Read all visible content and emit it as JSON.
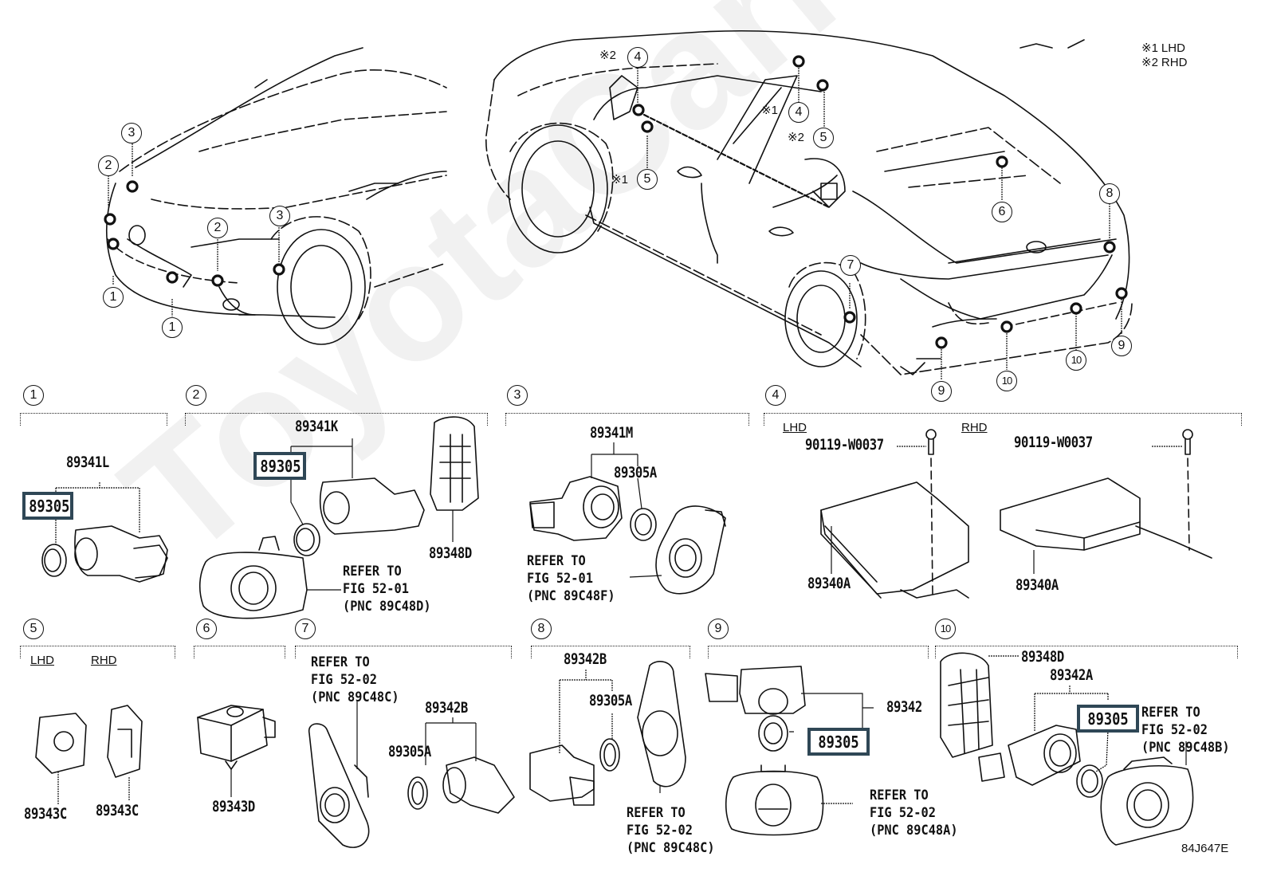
{
  "diagram": {
    "title": "Parking sensor / clearance sonar parts diagram",
    "figure_code": "84J647E",
    "watermark": "ToyotaCarNine.ru",
    "legend": [
      {
        "mark": "※1",
        "label": "LHD"
      },
      {
        "mark": "※2",
        "label": "RHD"
      }
    ],
    "highlight_color": "#2f4756",
    "overview_callouts": {
      "front_view": [
        "1",
        "1",
        "2",
        "2",
        "3",
        "3"
      ],
      "side_rear_view": [
        {
          "num": "4",
          "note": "※2"
        },
        {
          "num": "5",
          "note": "※1"
        },
        {
          "num": "4",
          "note": "※1"
        },
        {
          "num": "5",
          "note": "※2"
        },
        {
          "num": "6",
          "note": ""
        },
        {
          "num": "7",
          "note": ""
        },
        {
          "num": "8",
          "note": ""
        },
        {
          "num": "9",
          "note": ""
        },
        {
          "num": "9",
          "note": ""
        },
        {
          "num": "10",
          "note": ""
        },
        {
          "num": "10",
          "note": ""
        }
      ]
    },
    "groups": [
      {
        "num": "1",
        "parts": {
          "assembly": "89341L",
          "highlighted": "89305"
        }
      },
      {
        "num": "2",
        "parts": {
          "assembly": "89341K",
          "highlighted": "89305",
          "bracket": "89348D",
          "refer": "REFER TO\nFIG 52-01\n(PNC 89C48D)"
        }
      },
      {
        "num": "3",
        "parts": {
          "assembly": "89341M",
          "ring": "89305A",
          "refer": "REFER TO\nFIG 52-01\n(PNC 89C48F)"
        }
      },
      {
        "num": "4",
        "parts": {
          "lhd_label": "LHD",
          "rhd_label": "RHD",
          "bolt_lhd": "90119-W0037",
          "bolt_rhd": "90119-W0037",
          "ecu_lhd": "89340A",
          "ecu_rhd": "89340A"
        }
      },
      {
        "num": "5",
        "parts": {
          "lhd_label": "LHD",
          "rhd_label": "RHD",
          "sensor_lhd": "89343C",
          "sensor_rhd": "89343C"
        }
      },
      {
        "num": "6",
        "parts": {
          "sensor": "89343D"
        }
      },
      {
        "num": "7",
        "parts": {
          "assembly": "89342B",
          "ring": "89305A",
          "refer": "REFER TO\nFIG 52-02\n(PNC 89C48C)"
        }
      },
      {
        "num": "8",
        "parts": {
          "assembly": "89342B",
          "ring": "89305A",
          "refer": "REFER TO\nFIG 52-02\n(PNC 89C48C)"
        }
      },
      {
        "num": "9",
        "parts": {
          "assembly": "89342",
          "highlighted": "89305",
          "refer": "REFER TO\nFIG 52-02\n(PNC 89C48A)"
        }
      },
      {
        "num": "10",
        "parts": {
          "bracket": "89348D",
          "assembly": "89342A",
          "highlighted": "89305",
          "refer": "REFER TO\nFIG 52-02\n(PNC 89C48B)"
        }
      }
    ]
  }
}
